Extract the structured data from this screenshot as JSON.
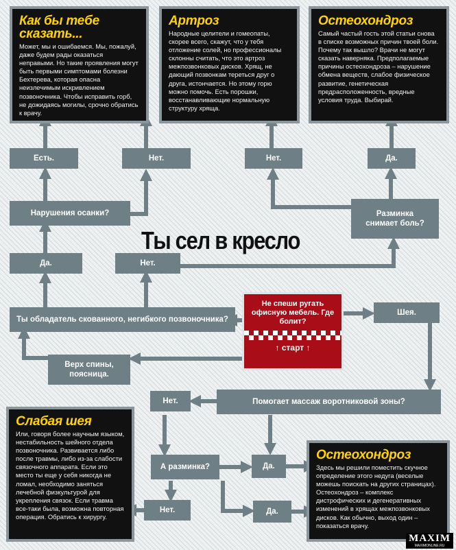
{
  "headline": "Ты сел в кресло",
  "start": {
    "question": "Не спеши ругать офисную мебель. Где болит?",
    "label": "↑ старт ↑"
  },
  "boxes": {
    "kak": {
      "title": "Как бы тебе сказать...",
      "text": "Может, мы и ошибаемся. Мы, пожалуй, даже будем рады оказаться неправыми. Но такие проявления могут быть первыми симптомами болезни Бехтерева, которая опасна неизлечимым искривлением позвоночника. Чтобы исправить горб, не дожидаясь могилы, срочно обратись к врачу."
    },
    "artroz": {
      "title": "Артроз",
      "text": "Народные целители и гомеопаты, скорее всего, скажут, что у тебя отложение солей, но профессионалы склонны считать, что это артроз межпозвонковых дисков. Хрящ, не дающий позвонкам тереться друг о друга, истончается. Но этому горю можно помочь. Есть порошки, восстанавливающие нормальную структуру хряща."
    },
    "osteo1": {
      "title": "Остеохондроз",
      "text": "Самый частый гость этой статьи снова в списке возможных причин твоей боли. Почему так вышло? Врачи не могут сказать наверняка. Предполагаемые причины остеохондроза – нарушение обмена веществ, слабое физическое развитие, генетическая предрасположенность, вредные условия труда. Выбирай."
    },
    "weak": {
      "title": "Слабая шея",
      "text": "Или, говоря более научным языком, нестабильность шейного отдела позвоночника. Развивается либо после травмы, либо из-за слабости связочного аппарата. Если это место ты еще у себя никогда не ломал, необходимо заняться лечебной физкультурой для укрепления связок. Если травма все-таки была, возможна повторная операция. Обратись к хирургу."
    },
    "osteo2": {
      "title": "Остеохондроз",
      "text": "Здесь мы решили поместить скучное определение этого недуга (веселые можешь поискать на других страницах). Остеохондроз – комплекс дистрофических и дегенеративных изменений в хрящах межпозвонковых дисков. Как обычно, выход один – показаться врачу."
    }
  },
  "labels": {
    "est": "Есть.",
    "net_top": "Нет.",
    "net_artroz": "Нет.",
    "da_top": "Да.",
    "posture": "Нарушения осанки?",
    "warmup": "Разминка снимает боль?",
    "da_left": "Да.",
    "net_mid": "Нет.",
    "stiff": "Ты обладатель скованного, негибкого позвоночника?",
    "neck": "Шея.",
    "upper": "Верх спины, поясница.",
    "net_massage": "Нет.",
    "massage": "Помогает массаж воротниковой зоны?",
    "warmup2": "А разминка?",
    "da_right1": "Да.",
    "net_bottom": "Нет.",
    "da_right2": "Да."
  },
  "logo": {
    "name": "MAXIM",
    "url": "MAXIMONLINE.RU"
  }
}
